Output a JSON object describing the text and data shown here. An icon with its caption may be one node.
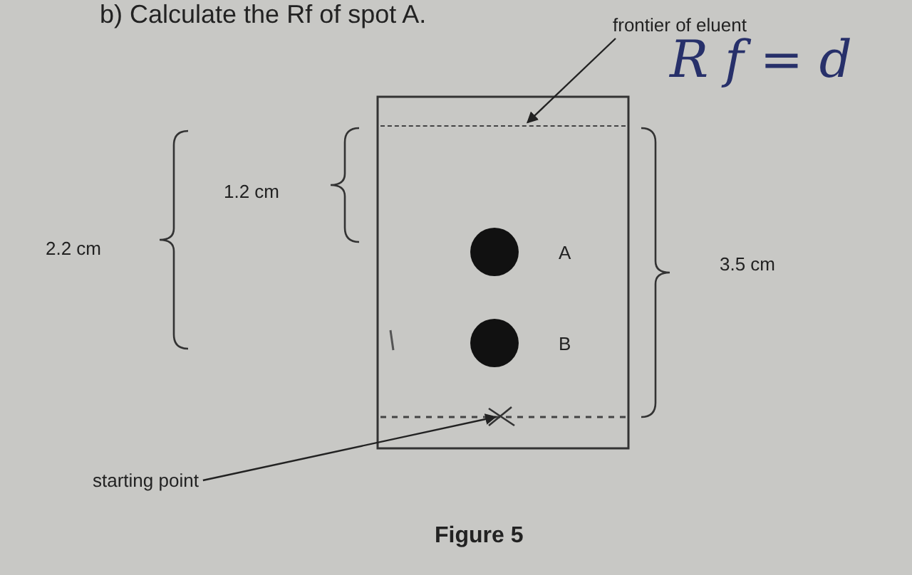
{
  "diagram": {
    "caption": "Figure 5",
    "nodes": [
      {
        "text": [
          "frontier of eluent"
        ]
      },
      {
        "text": [],
        "shape": "line"
      },
      {
        "text": [],
        "shape": "circle",
        "beside": [
          "A"
        ]
      },
      {
        "text": [],
        "shape": "circle",
        "beside": [
          "B"
        ]
      },
      {
        "text": [
          "starting point"
        ]
      },
      {
        "text": [],
        "shape": "cross"
      }
    ],
    "edges": [
      {
        "from": 0,
        "to": 1,
        "arrow": "to"
      },
      {
        "from": 4,
        "to": 5,
        "arrow": "to"
      }
    ],
    "labels": [
      "b) Calculate the Rf of spot A.",
      "R f = d",
      "1.2 cm",
      "2.2 cm",
      "3.5 cm"
    ]
  }
}
